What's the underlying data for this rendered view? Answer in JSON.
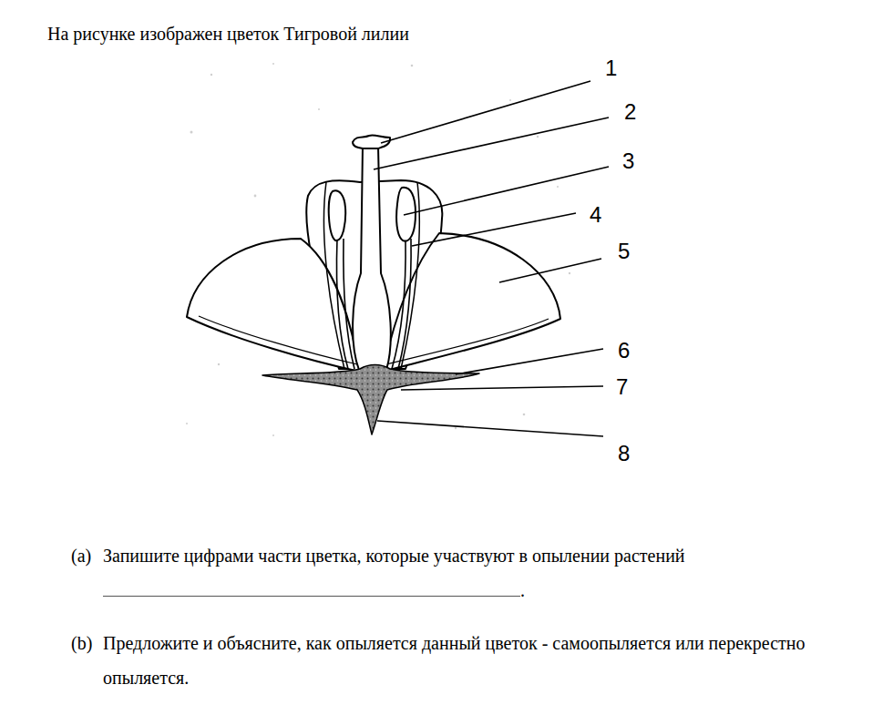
{
  "diagram": {
    "title": "На рисунке изображен цветок Тигровой лилии",
    "labels": [
      "1",
      "2",
      "3",
      "4",
      "5",
      "6",
      "7",
      "8",
      "(a)",
      "Запишите цифрами части цветка, которые участвуют в опылении растений",
      ".",
      "(b)",
      "Предложите и объясните, как опыляется данный цветок - самоопыляется или перекрестно опыляется."
    ]
  }
}
